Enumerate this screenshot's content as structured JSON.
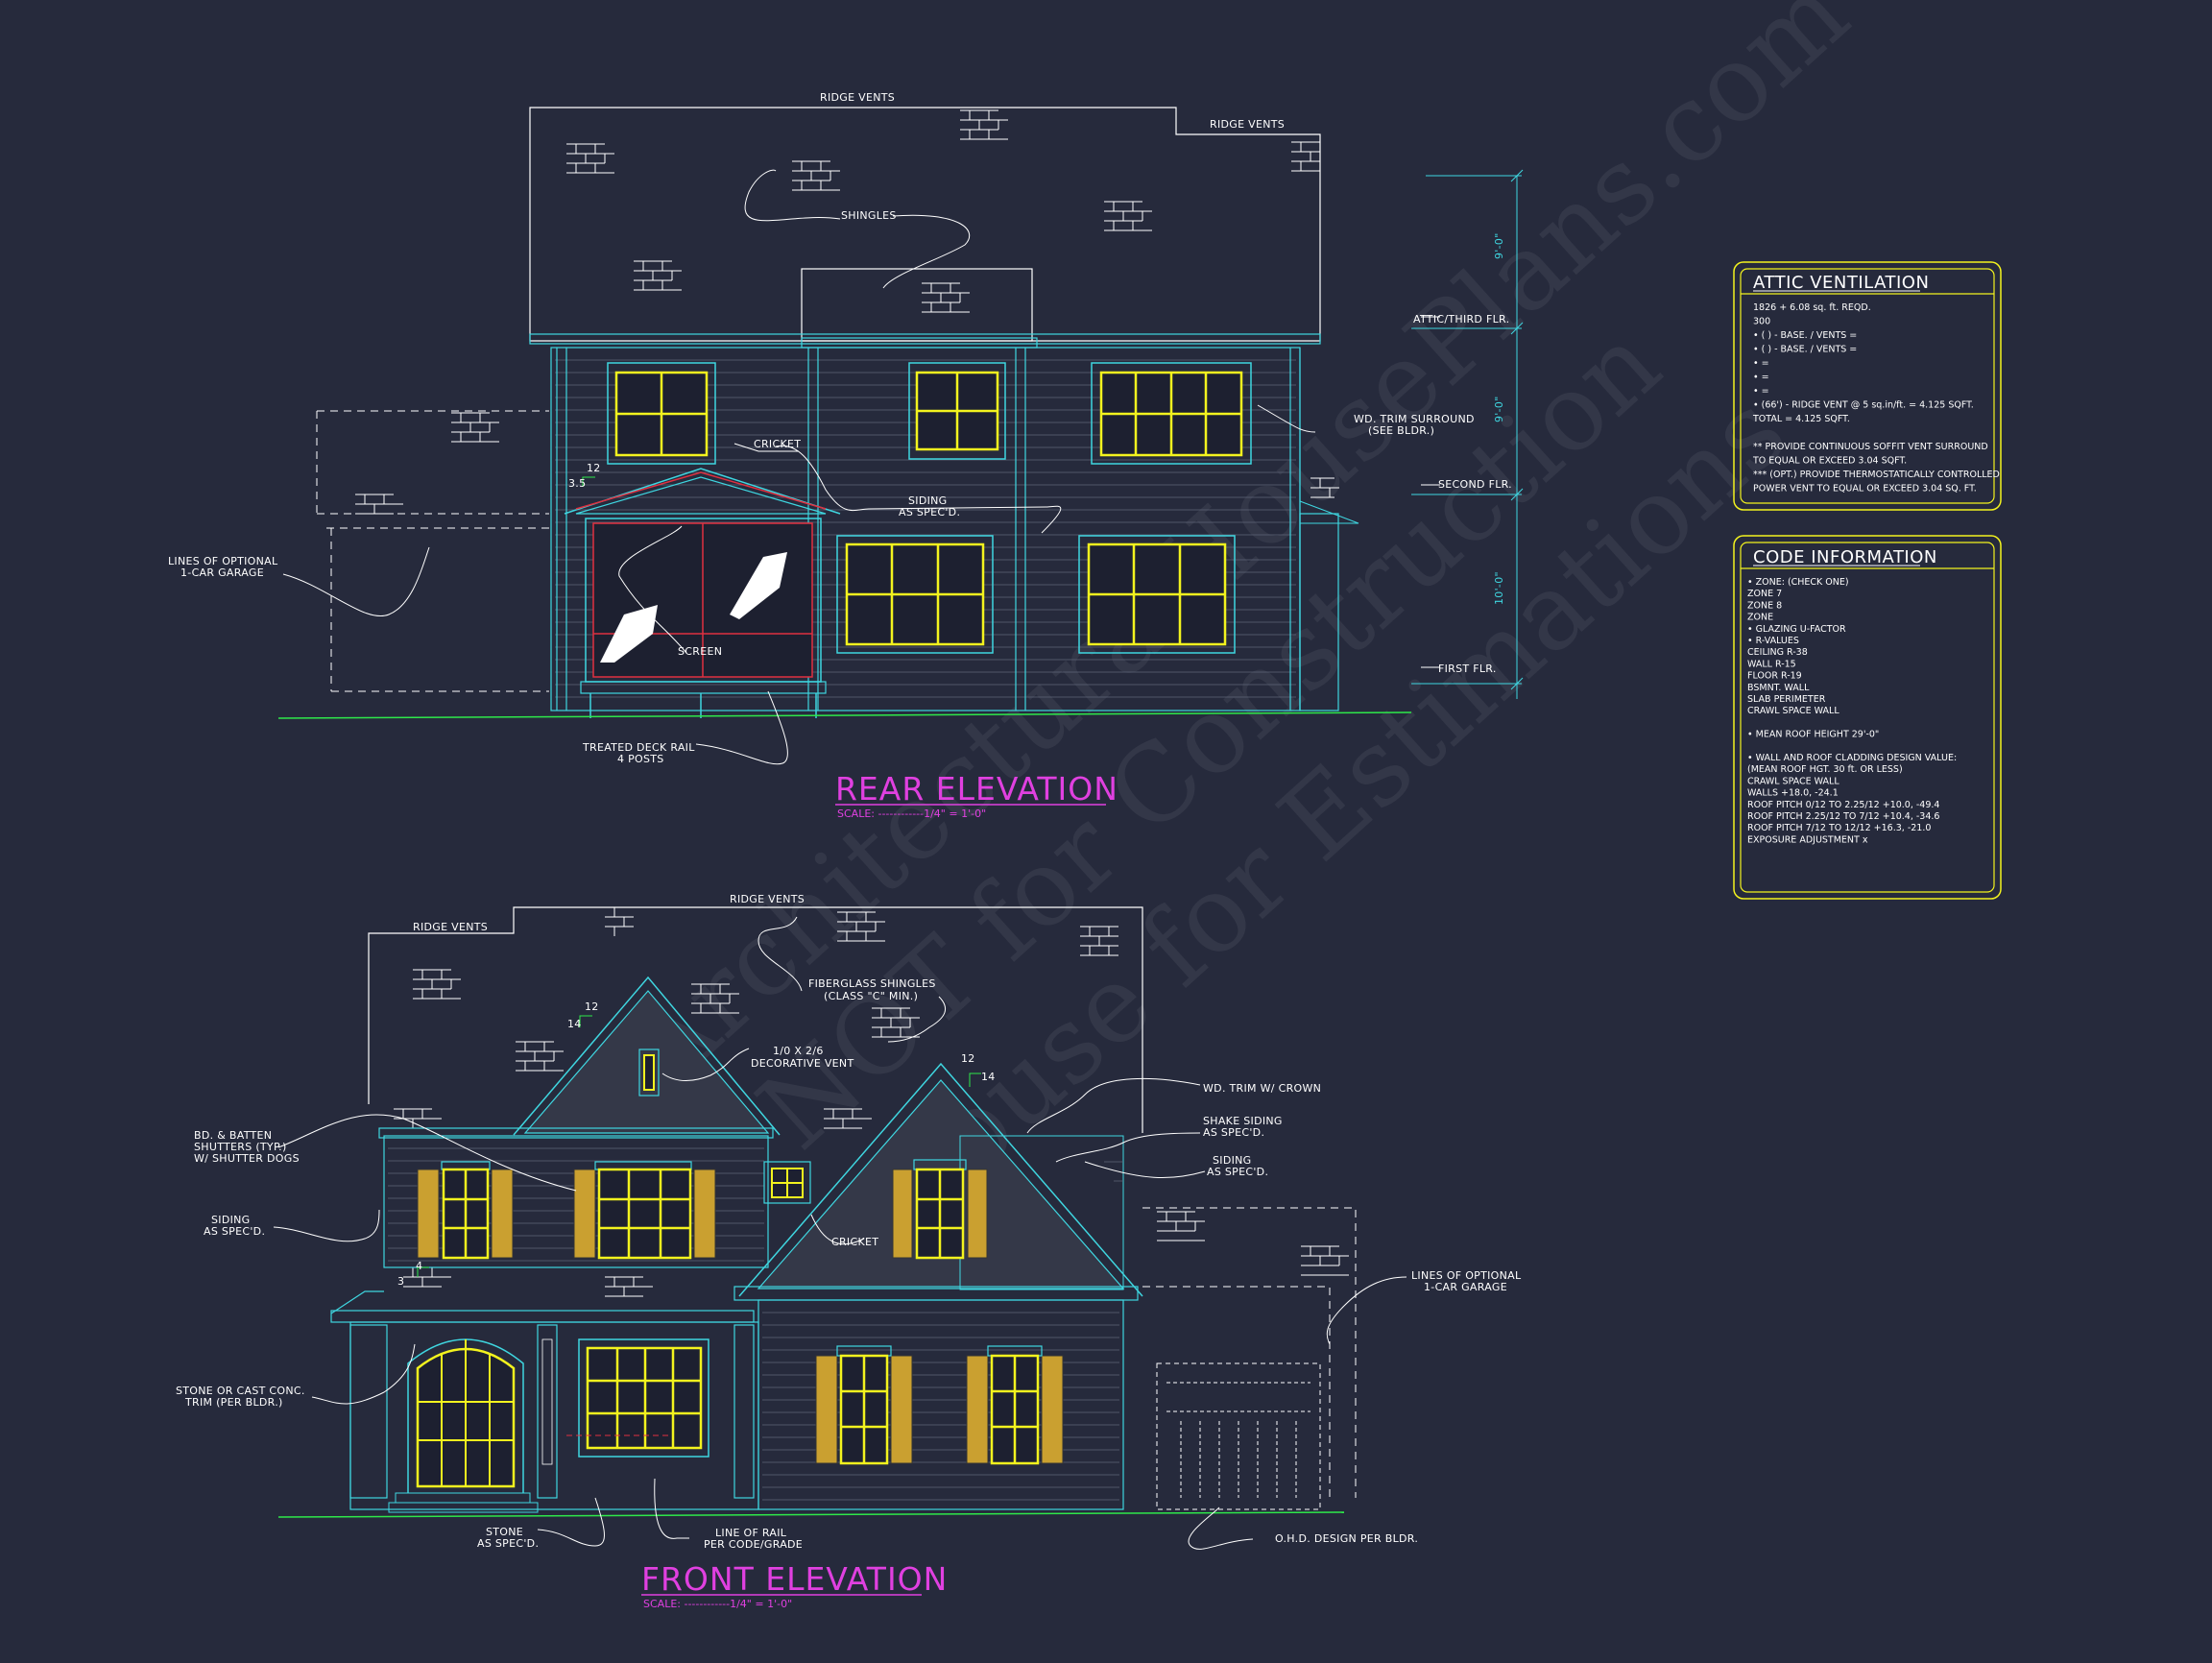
{
  "rear": {
    "title": "REAR ELEVATION",
    "scale": "SCALE: ------------1/4\" = 1'-0\"",
    "labels": {
      "ridge_vents_1": "RIDGE VENTS",
      "ridge_vents_2": "RIDGE VENTS",
      "shingles": "SHINGLES",
      "cricket": "CRICKET",
      "siding_1": "SIDING",
      "siding_2": "AS SPEC'D.",
      "trim_1": "WD. TRIM SURROUND",
      "trim_2": "(SEE BLDR.)",
      "garage_1": "LINES OF OPTIONAL",
      "garage_2": "1-CAR GARAGE",
      "screen": "SCREEN",
      "deck_1": "TREATED DECK RAIL",
      "deck_2": "4 POSTS",
      "attic_flr": "ATTIC/THIRD FLR.",
      "second_flr": "SECOND FLR.",
      "first_flr": "FIRST FLR.",
      "dim_1": "9'-0\"",
      "dim_2": "9'-0\"",
      "dim_3": "10'-0\"",
      "pitch_12": "12",
      "pitch_35": "3.5"
    }
  },
  "front": {
    "title": "FRONT ELEVATION",
    "scale": "SCALE: ------------1/4\" = 1'-0\"",
    "labels": {
      "ridge_vents_1": "RIDGE VENTS",
      "ridge_vents_2": "RIDGE VENTS",
      "fg_1": "FIBERGLASS SHINGLES",
      "fg_2": "(CLASS \"C\" MIN.)",
      "vent_1": "1/0 X 2/6",
      "vent_2": "DECORATIVE VENT",
      "crown": "WD. TRIM W/ CROWN",
      "shake_1": "SHAKE SIDING",
      "shake_2": "AS SPEC'D.",
      "siding_r1": "SIDING",
      "siding_r2": "AS SPEC'D.",
      "batten_1": "BD. & BATTEN",
      "batten_2": "SHUTTERS (TYP.)",
      "batten_3": "W/ SHUTTER DOGS",
      "siding_l1": "SIDING",
      "siding_l2": "AS SPEC'D.",
      "cricket": "CRICKET",
      "stone_trim_1": "STONE OR CAST CONC.",
      "stone_trim_2": "TRIM (PER BLDR.)",
      "stone_1": "STONE",
      "stone_2": "AS SPEC'D.",
      "rail_1": "LINE OF RAIL",
      "rail_2": "PER CODE/GRADE",
      "garage_1": "LINES OF OPTIONAL",
      "garage_2": "1-CAR GARAGE",
      "ohd": "O.H.D. DESIGN PER BLDR.",
      "p14a": "14",
      "p12a": "12",
      "p12b": "12",
      "p14b": "14",
      "p4": "4",
      "p3": "3"
    }
  },
  "attic_ventilation": {
    "title": "ATTIC VENTILATION",
    "lines": [
      "1826 + 6.08 sq. ft. REQD.",
      "300",
      "• (   ) -          BASE.    /    VENTS    =",
      "• (   ) -          BASE.    /    VENTS    =",
      "•                                              =",
      "•                                              =",
      "•                                              =",
      "• (66') - RIDGE VENT @ 5 sq.in/ft. = 4.125 SQFT.",
      "                              TOTAL         = 4.125 SQFT.",
      "",
      "** PROVIDE CONTINUOUS SOFFIT VENT SURROUND",
      "    TO EQUAL OR EXCEED  3.04 SQFT.",
      "*** (OPT.) PROVIDE THERMOSTATICALLY CONTROLLED",
      "     POWER VENT TO EQUAL OR EXCEED  3.04 SQ. FT."
    ]
  },
  "code_information": {
    "title": "CODE INFORMATION",
    "lines": [
      "• ZONE: (CHECK ONE)",
      "        ZONE 7",
      "        ZONE 8",
      "        ZONE",
      "• GLAZING U-FACTOR",
      "• R-VALUES",
      "        CEILING                R-38",
      "        WALL                    R-15",
      "        FLOOR                  R-19",
      "        BSMNT. WALL",
      "        SLAB PERIMETER",
      "        CRAWL SPACE WALL",
      "",
      "• MEAN ROOF HEIGHT  29'-0\"",
      "",
      "• WALL AND ROOF CLADDING DESIGN VALUE:",
      "  (MEAN ROOF HGT. 30 ft. OR LESS)",
      "        CRAWL SPACE WALL",
      "        WALLS                          +18.0, -24.1",
      "        ROOF PITCH 0/12 TO 2.25/12    +10.0, -49.4",
      "        ROOF PITCH 2.25/12 TO 7/12    +10.4, -34.6",
      "        ROOF PITCH 7/12 TO 12/12      +16.3, -21.0",
      "        EXPOSURE ADJUSTMENT             x"
    ]
  },
  "watermark": {
    "line1": "ArchitecturalHousePlans.com",
    "line2": "NOT for Construction",
    "line3": "House for Estimations"
  }
}
